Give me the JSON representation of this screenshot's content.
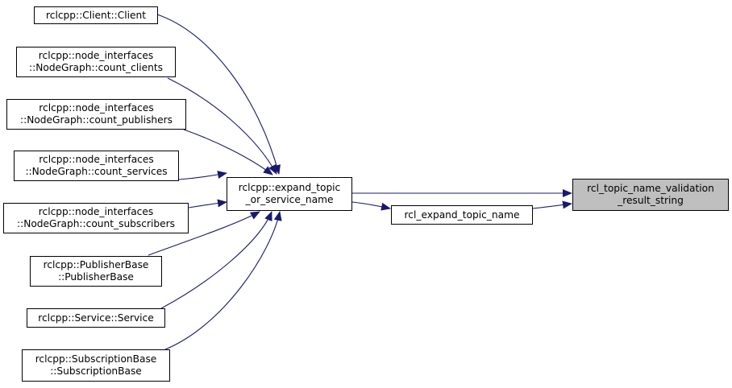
{
  "graph": {
    "edge_color": "#191970",
    "highlight_fill": "#bfbfbf",
    "nodes": {
      "client_ctor": {
        "lines": [
          "rclcpp::Client::Client"
        ]
      },
      "count_clients": {
        "lines": [
          "rclcpp::node_interfaces",
          "::NodeGraph::count_clients"
        ]
      },
      "count_publishers": {
        "lines": [
          "rclcpp::node_interfaces",
          "::NodeGraph::count_publishers"
        ]
      },
      "count_services": {
        "lines": [
          "rclcpp::node_interfaces",
          "::NodeGraph::count_services"
        ]
      },
      "count_subscribers": {
        "lines": [
          "rclcpp::node_interfaces",
          "::NodeGraph::count_subscribers"
        ]
      },
      "publisherbase_ctor": {
        "lines": [
          "rclcpp::PublisherBase",
          "::PublisherBase"
        ]
      },
      "service_ctor": {
        "lines": [
          "rclcpp::Service::Service"
        ]
      },
      "subscriptionbase_ctor": {
        "lines": [
          "rclcpp::SubscriptionBase",
          "::SubscriptionBase"
        ]
      },
      "expand_topic_or_service_name": {
        "lines": [
          "rclcpp::expand_topic",
          "_or_service_name"
        ]
      },
      "rcl_expand_topic_name": {
        "lines": [
          "rcl_expand_topic_name"
        ]
      },
      "rcl_topic_name_validation_result_string": {
        "lines": [
          "rcl_topic_name_validation",
          "_result_string"
        ]
      }
    }
  }
}
